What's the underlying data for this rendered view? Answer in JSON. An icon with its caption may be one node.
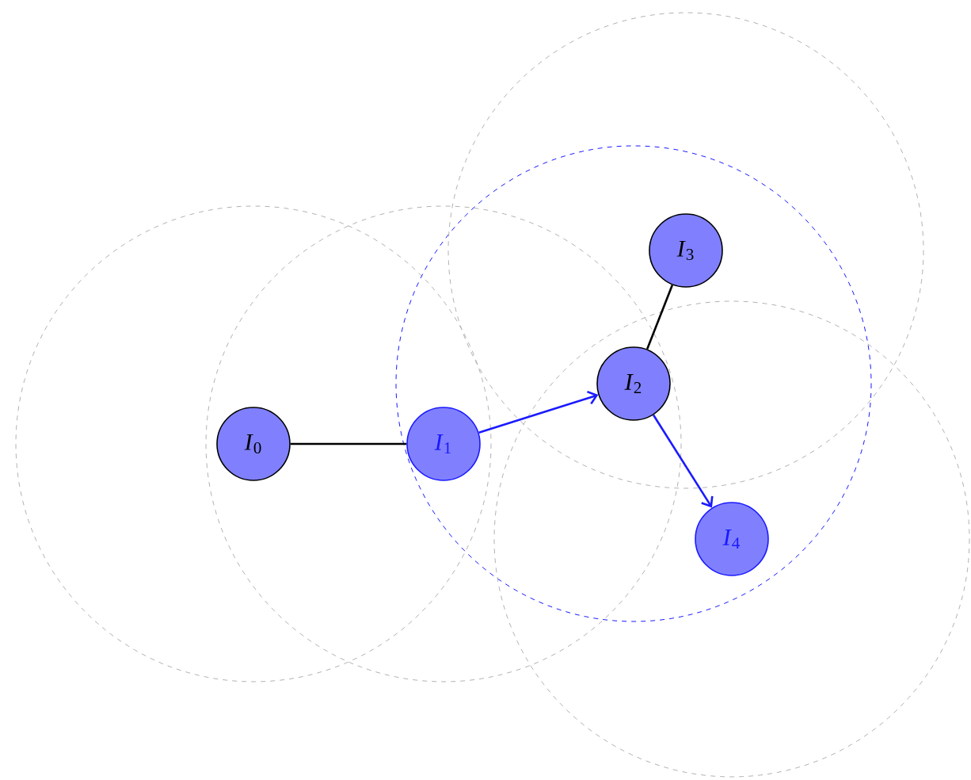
{
  "diagram": {
    "nodes": [
      {
        "text": [
          "*I*$_{0}$"
        ]
      },
      {
        "text": [
          "*I*$_{1}$"
        ]
      },
      {
        "text": [
          "*I*$_{2}$"
        ]
      },
      {
        "text": [
          "*I*$_{3}$"
        ]
      },
      {
        "text": [
          "*I*$_{4}$"
        ]
      }
    ],
    "edges": [
      {
        "from": 0,
        "to": 1,
        "arrow": "none"
      },
      {
        "from": 1,
        "to": 2,
        "arrow": "to",
        "color": "#1a1aff"
      },
      {
        "from": 3,
        "to": 2,
        "arrow": "none"
      },
      {
        "from": 2,
        "to": 4,
        "arrow": "to",
        "color": "#1a1aff"
      }
    ]
  }
}
